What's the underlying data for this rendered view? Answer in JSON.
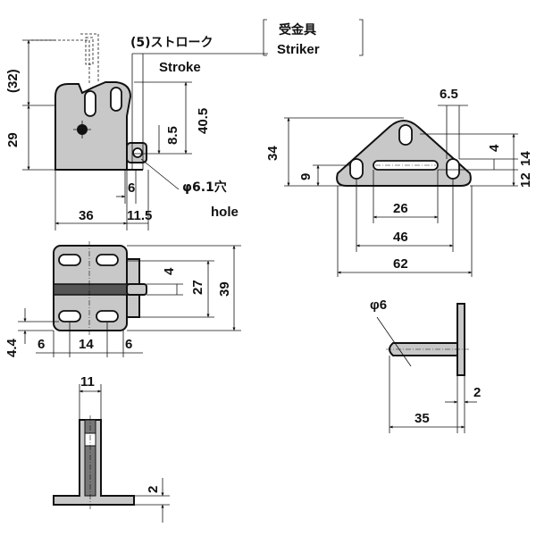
{
  "title": {
    "jp": "受金具",
    "en": "Striker"
  },
  "labels": {
    "stroke_jp": "(5)ストローク",
    "stroke_en": "Stroke",
    "hole_jp": "φ6.1穴",
    "hole_en": "hole",
    "pin_dia": "φ6"
  },
  "dims": {
    "d32": "(32)",
    "d29": "29",
    "d8_5": "8.5",
    "d40_5": "40.5",
    "d6_top": "6",
    "d36": "36",
    "d11_5": "11.5",
    "d6_5": "6.5",
    "d34": "34",
    "d9": "9",
    "d4_right": "4",
    "d14": "14",
    "d12": "12",
    "d26": "26",
    "d46": "46",
    "d62": "62",
    "d4_mid": "4",
    "d27": "27",
    "d39": "39",
    "d4_4": "4.4",
    "d6_l": "6",
    "d14_b": "14",
    "d6_r": "6",
    "d11": "11",
    "d2_bottom": "2",
    "d2_pin": "2",
    "d35": "35"
  }
}
